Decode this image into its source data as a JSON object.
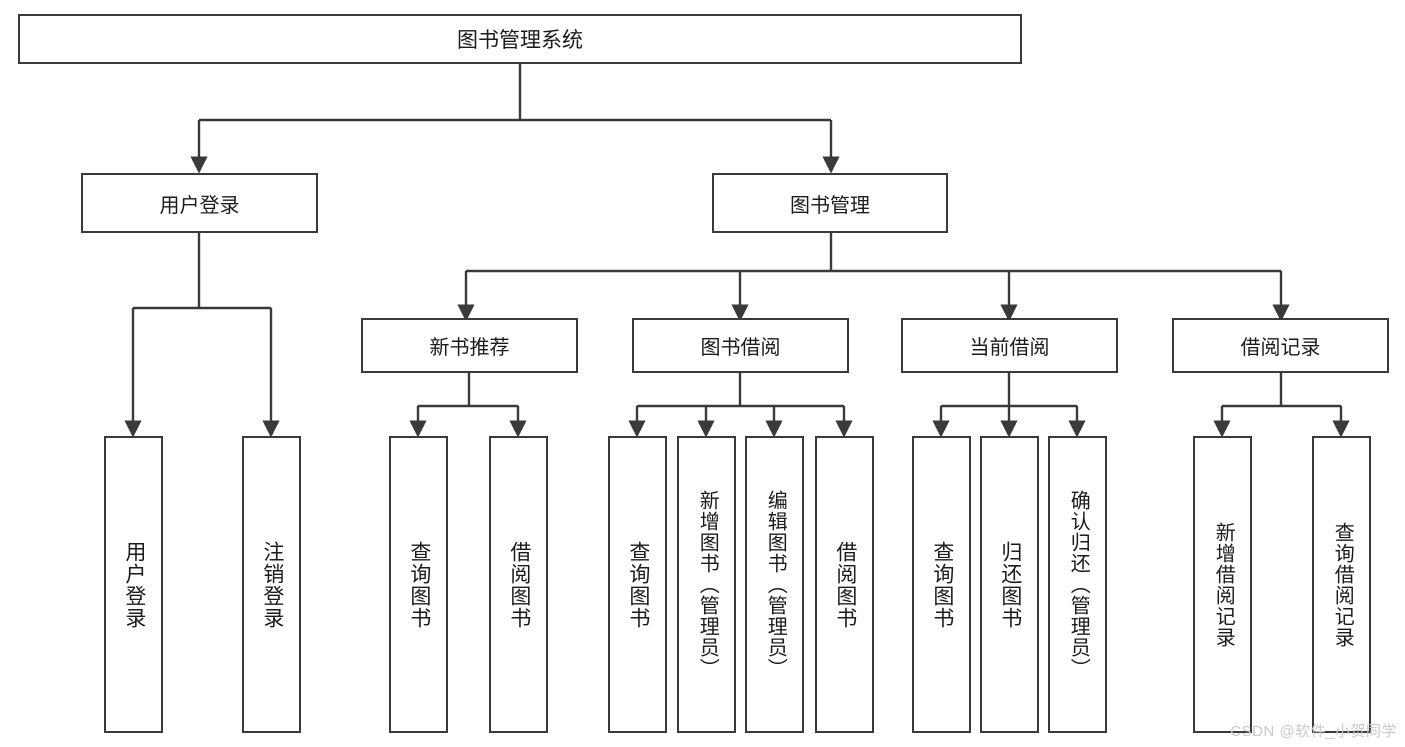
{
  "diagram": {
    "title": "图书管理系统",
    "type": "tree-hierarchy",
    "root": {
      "label": "图书管理系统"
    },
    "level1": [
      {
        "label": "用户登录"
      },
      {
        "label": "图书管理"
      }
    ],
    "level2": [
      {
        "label": "新书推荐"
      },
      {
        "label": "图书借阅"
      },
      {
        "label": "当前借阅"
      },
      {
        "label": "借阅记录"
      }
    ],
    "leaves": {
      "user_login": [
        {
          "label": "用户登录"
        },
        {
          "label": "注销登录"
        }
      ],
      "new_book_recommend": [
        {
          "label": "查询图书"
        },
        {
          "label": "借阅图书"
        }
      ],
      "book_borrow": [
        {
          "label": "查询图书"
        },
        {
          "label": "新增图书（管理员）"
        },
        {
          "label": "编辑图书（管理员）"
        },
        {
          "label": "借阅图书"
        }
      ],
      "current_borrow": [
        {
          "label": "查询图书"
        },
        {
          "label": "归还图书"
        },
        {
          "label": "确认归还（管理员）"
        }
      ],
      "borrow_record": [
        {
          "label": "新增借阅记录"
        },
        {
          "label": "查询借阅记录"
        }
      ]
    }
  },
  "watermark": {
    "text": "CSDN @软件_小贺同学"
  },
  "colors": {
    "stroke": "#3a3a3a",
    "text": "#1b1b1b",
    "background": "#ffffff",
    "watermark": "#c9c9c9"
  }
}
